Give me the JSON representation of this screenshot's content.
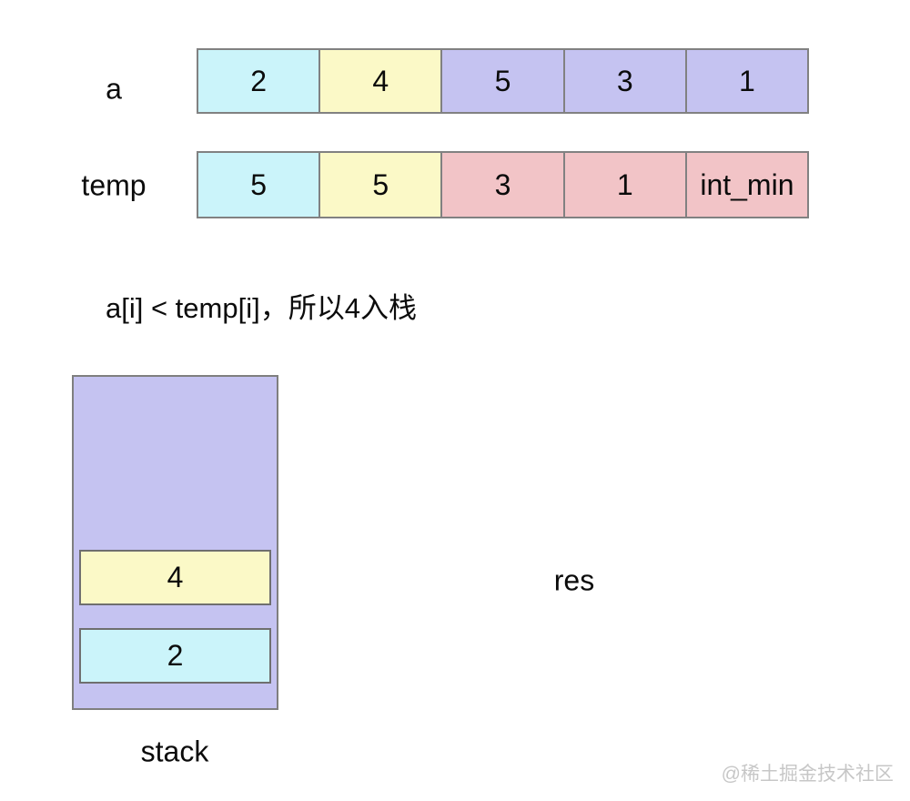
{
  "colors": {
    "cyan": "#cbf4fa",
    "yellow": "#fbf9c7",
    "purple": "#c5c3f1",
    "pink": "#f2c4c7",
    "border": "#818181",
    "watermark": "#c7c7c7"
  },
  "array_a": {
    "label": "a",
    "cells": [
      {
        "value": "2",
        "color": "cyan"
      },
      {
        "value": "4",
        "color": "yellow"
      },
      {
        "value": "5",
        "color": "purple"
      },
      {
        "value": "3",
        "color": "purple"
      },
      {
        "value": "1",
        "color": "purple"
      }
    ]
  },
  "array_temp": {
    "label": "temp",
    "cells": [
      {
        "value": "5",
        "color": "cyan"
      },
      {
        "value": "5",
        "color": "yellow"
      },
      {
        "value": "3",
        "color": "pink"
      },
      {
        "value": "1",
        "color": "pink"
      },
      {
        "value": "int_min",
        "color": "pink"
      }
    ]
  },
  "caption": "a[i] < temp[i]，所以4入栈",
  "stack": {
    "label": "stack",
    "items": [
      {
        "value": "4",
        "color": "yellow"
      },
      {
        "value": "2",
        "color": "cyan"
      }
    ]
  },
  "res_label": "res",
  "watermark": "@稀土掘金技术社区"
}
